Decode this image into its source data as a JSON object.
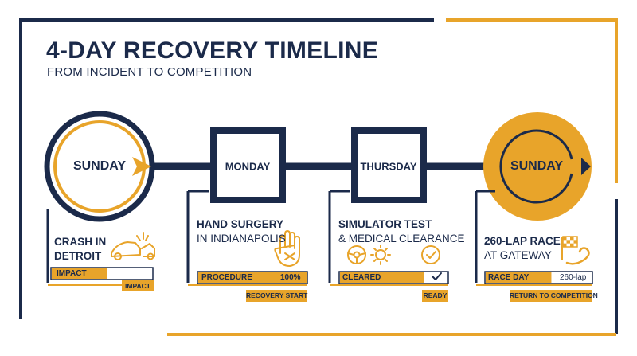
{
  "title": "4-DAY RECOVERY TIMELINE",
  "subtitle": "FROM INCIDENT TO COMPETITION",
  "colors": {
    "navy": "#1b2a4a",
    "gold": "#e8a42a",
    "white": "#ffffff"
  },
  "stages": [
    {
      "day": "SUNDAY",
      "title_line1": "CRASH IN",
      "title_line2": "DETROIT",
      "bar_label": "IMPACT",
      "bar_value": "",
      "bar_fill": 0.55,
      "tag": "IMPACT",
      "icon": "car-crash-icon"
    },
    {
      "day": "MONDAY",
      "title_line1": "HAND SURGERY",
      "title_line2": "IN INDIANAPOLIS",
      "bar_label": "PROCEDURE",
      "bar_value": "100%",
      "bar_fill": 1.0,
      "tag": "RECOVERY START",
      "icon": "bandaged-hand-icon"
    },
    {
      "day": "THURSDAY",
      "title_line1": "SIMULATOR TEST",
      "title_line2": "& MEDICAL CLEARANCE",
      "bar_label": "CLEARED",
      "bar_value": "",
      "bar_fill": 0.78,
      "tag": "READY",
      "icon": "steering-wheel-gear-check-icon"
    },
    {
      "day": "SUNDAY",
      "title_line1": "260-LAP RACE",
      "title_line2": "AT GATEWAY",
      "bar_label": "RACE DAY",
      "bar_value": "260-lap",
      "bar_fill": 0.62,
      "tag": "RETURN TO COMPETITION",
      "icon": "checkered-flag-track-icon"
    }
  ]
}
